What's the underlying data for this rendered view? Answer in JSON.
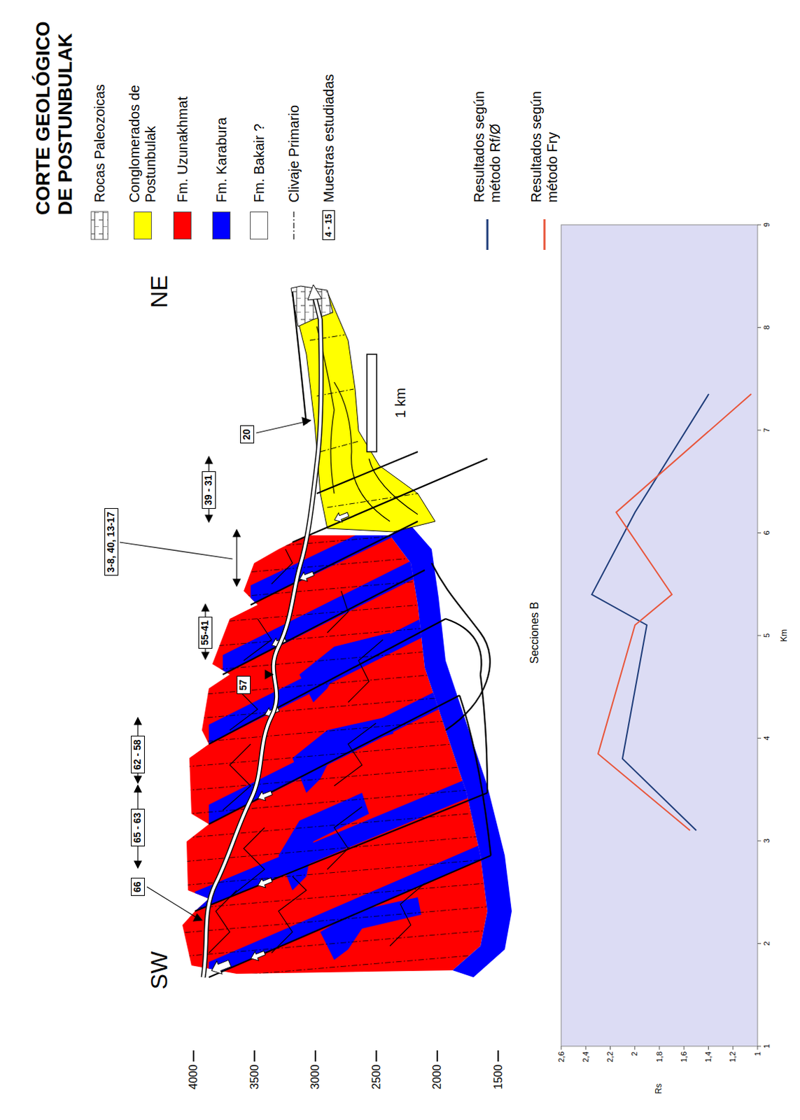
{
  "diagram": {
    "title": "CORTE GEOLÓGICO DE POSTUNBULAK",
    "nodes": [
      {
        "text": [
          "66"
        ]
      },
      {
        "text": [
          "65 - 63"
        ]
      },
      {
        "text": [
          "62 - 58"
        ]
      },
      {
        "text": [
          "57"
        ]
      },
      {
        "text": [
          "55-41"
        ]
      },
      {
        "text": [
          "3-8, 40, 13-17"
        ]
      },
      {
        "text": [
          "39 - 31"
        ]
      },
      {
        "text": [
          "20"
        ]
      }
    ],
    "labels": [
      "SW",
      "NE",
      "4000",
      "3500",
      "3000",
      "2500",
      "2000",
      "1500",
      "1 km",
      "4 - 15",
      "Secciones B",
      "2,6",
      "2,4",
      "2,2",
      "2",
      "1,8",
      "1,6",
      "1,4",
      "1,2",
      "1",
      "Rs",
      "1",
      "2",
      "3",
      "4",
      "5",
      "6",
      "7",
      "8",
      "9",
      "Km"
    ],
    "legend": [
      {
        "text": "Rocas Paleozoicas"
      },
      {
        "text": "Conglomerados de Postunbulak",
        "color": "#ffff00"
      },
      {
        "text": "Fm. Uzunakhmat",
        "color": "#ff0000"
      },
      {
        "text": "Fm. Karabura",
        "color": "#0000ff"
      },
      {
        "text": "Fm. Bakair ?",
        "color": "#ffffff"
      },
      {
        "text": "Clivaje Primario"
      },
      {
        "text": "Muestras estudiadas"
      },
      {
        "text": "Resultados según método Rf/Ø"
      },
      {
        "text": "Resultados según método Fry"
      }
    ]
  }
}
